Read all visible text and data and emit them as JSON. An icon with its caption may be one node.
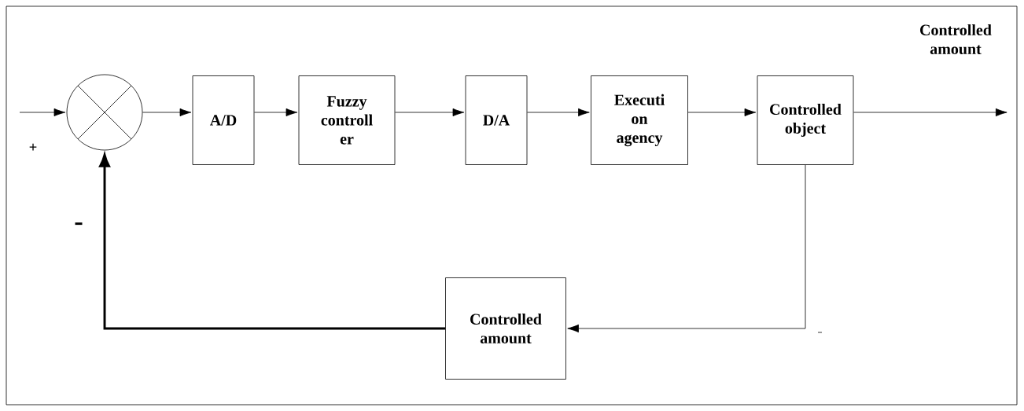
{
  "diagram": {
    "nodes": [
      {
        "text": [],
        "shape": "circle",
        "beside": [
          "+"
        ]
      },
      {
        "text": [
          "A/D"
        ]
      },
      {
        "text": [
          "Fuzzy controll er"
        ]
      },
      {
        "text": [
          "D/A"
        ]
      },
      {
        "text": [
          "Executi on agency"
        ]
      },
      {
        "text": [
          "Controlled object"
        ]
      },
      {
        "text": [
          "Controlled amount"
        ]
      }
    ],
    "edges": [
      {
        "from": null,
        "to": 0,
        "arrow": "to"
      },
      {
        "from": 0,
        "to": 1,
        "arrow": "to"
      },
      {
        "from": 1,
        "to": 2,
        "arrow": "to"
      },
      {
        "from": 2,
        "to": 3,
        "arrow": "to"
      },
      {
        "from": 3,
        "to": 4,
        "arrow": "to"
      },
      {
        "from": 4,
        "to": 5,
        "arrow": "to"
      },
      {
        "from": 5,
        "to": null,
        "arrow": "to"
      },
      {
        "from": 5,
        "to": 6,
        "arrow": "to"
      },
      {
        "from": 6,
        "to": 0,
        "arrow": "to",
        "style": "thick"
      }
    ],
    "labels": [
      "Controlled amount",
      "-"
    ]
  }
}
